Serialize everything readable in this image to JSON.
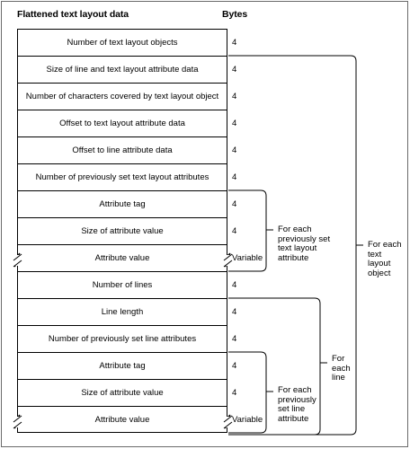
{
  "header": {
    "left": "Flattened text layout data",
    "right": "Bytes"
  },
  "rows": [
    {
      "label": "Number of text layout objects",
      "bytes": "4"
    },
    {
      "label": "Size of line and text layout attribute data",
      "bytes": "4"
    },
    {
      "label": "Number of characters covered by text layout object",
      "bytes": "4"
    },
    {
      "label": "Offset to text layout attribute data",
      "bytes": "4"
    },
    {
      "label": "Offset to line attribute data",
      "bytes": "4"
    },
    {
      "label": "Number of previously set text layout attributes",
      "bytes": "4"
    },
    {
      "label": "Attribute tag",
      "bytes": "4"
    },
    {
      "label": "Size of attribute value",
      "bytes": "4"
    },
    {
      "label": "Attribute value",
      "bytes": "Variable"
    },
    {
      "label": "Number of lines",
      "bytes": "4"
    },
    {
      "label": "Line length",
      "bytes": "4"
    },
    {
      "label": "Number of previously set line attributes",
      "bytes": "4"
    },
    {
      "label": "Attribute tag",
      "bytes": "4"
    },
    {
      "label": "Size of attribute value",
      "bytes": "4"
    },
    {
      "label": "Attribute value",
      "bytes": "Variable"
    }
  ],
  "annotations": {
    "each_text_attr": "For each previously set text layout attribute",
    "each_text_object": "For each text layout object",
    "each_line": "For each line",
    "each_line_attr": "For each previously set line attribute"
  }
}
